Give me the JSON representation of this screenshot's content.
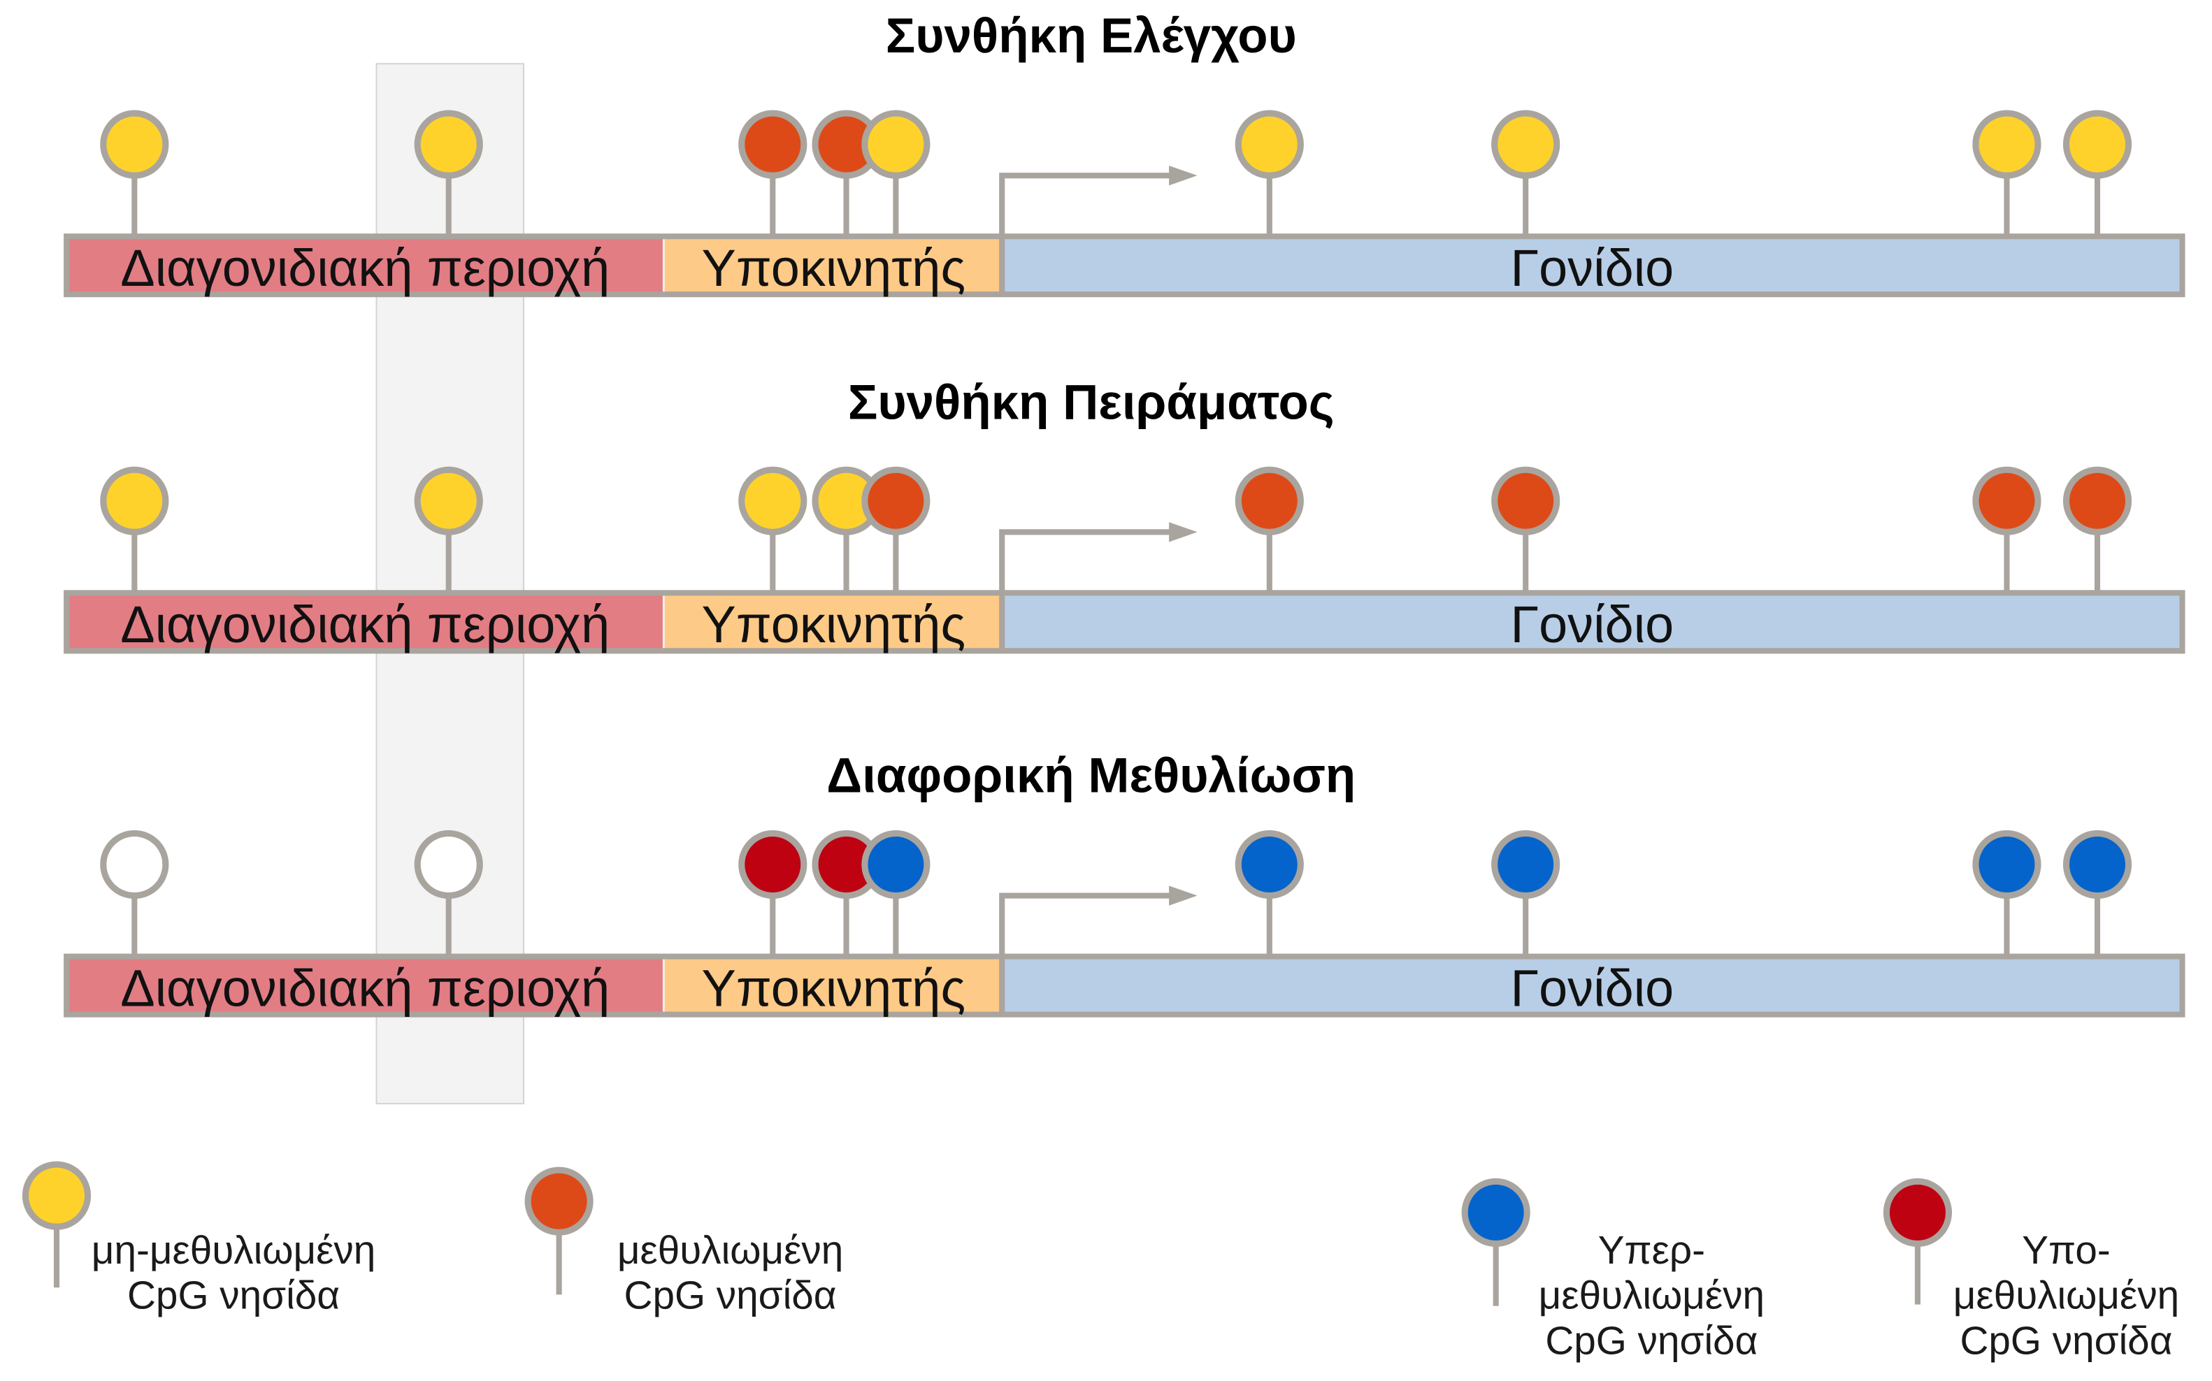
{
  "rows": [
    {
      "title": "Συνθήκη Ελέγχου",
      "regions": {
        "intergenic": "Διαγονιδιακή περιοχή",
        "promoter": "Υποκινητής",
        "gene": "Γονίδιο"
      },
      "pins": [
        "#FED22A",
        "#FED22A",
        "#DE4A17",
        "#DE4A17",
        "#FED22A",
        "#FED22A",
        "#FED22A",
        "#FED22A",
        "#FED22A"
      ]
    },
    {
      "title": "Συνθήκη Πειράματος",
      "regions": {
        "intergenic": "Διαγονιδιακή περιοχή",
        "promoter": "Υποκινητής",
        "gene": "Γονίδιο"
      },
      "pins": [
        "#FED22A",
        "#FED22A",
        "#FED22A",
        "#FED22A",
        "#DE4A17",
        "#DE4A17",
        "#DE4A17",
        "#DE4A17",
        "#DE4A17"
      ]
    },
    {
      "title": "Διαφορική Μεθυλίωση",
      "regions": {
        "intergenic": "Διαγονιδιακή περιοχή",
        "promoter": "Υποκινητής",
        "gene": "Γονίδιο"
      },
      "pins": [
        "#FFFFFF",
        "#FFFFFF",
        "#BE0212",
        "#BE0212",
        "#0564CC",
        "#0564CC",
        "#0564CC",
        "#0564CC",
        "#0564CC"
      ]
    }
  ],
  "legend": [
    {
      "color": "#FED22A",
      "lines": [
        "μη-μεθυλιωμένη",
        "CpG νησίδα"
      ]
    },
    {
      "color": "#DE4A17",
      "lines": [
        "μεθυλιωμένη",
        "CpG νησίδα"
      ]
    },
    {
      "color": "#0564CC",
      "lines": [
        "Υπερ-",
        "μεθυλιωμένη",
        "CpG νησίδα"
      ]
    },
    {
      "color": "#BE0212",
      "lines": [
        "Υπο-",
        "μεθυλιωμένη",
        "CpG νησίδα"
      ]
    }
  ],
  "colors": {
    "intergenic": "#E27D84",
    "promoter": "#FECA87",
    "gene": "#B8CEE7",
    "outline": "#A9A49E",
    "highlight": "#F3F3F3"
  }
}
